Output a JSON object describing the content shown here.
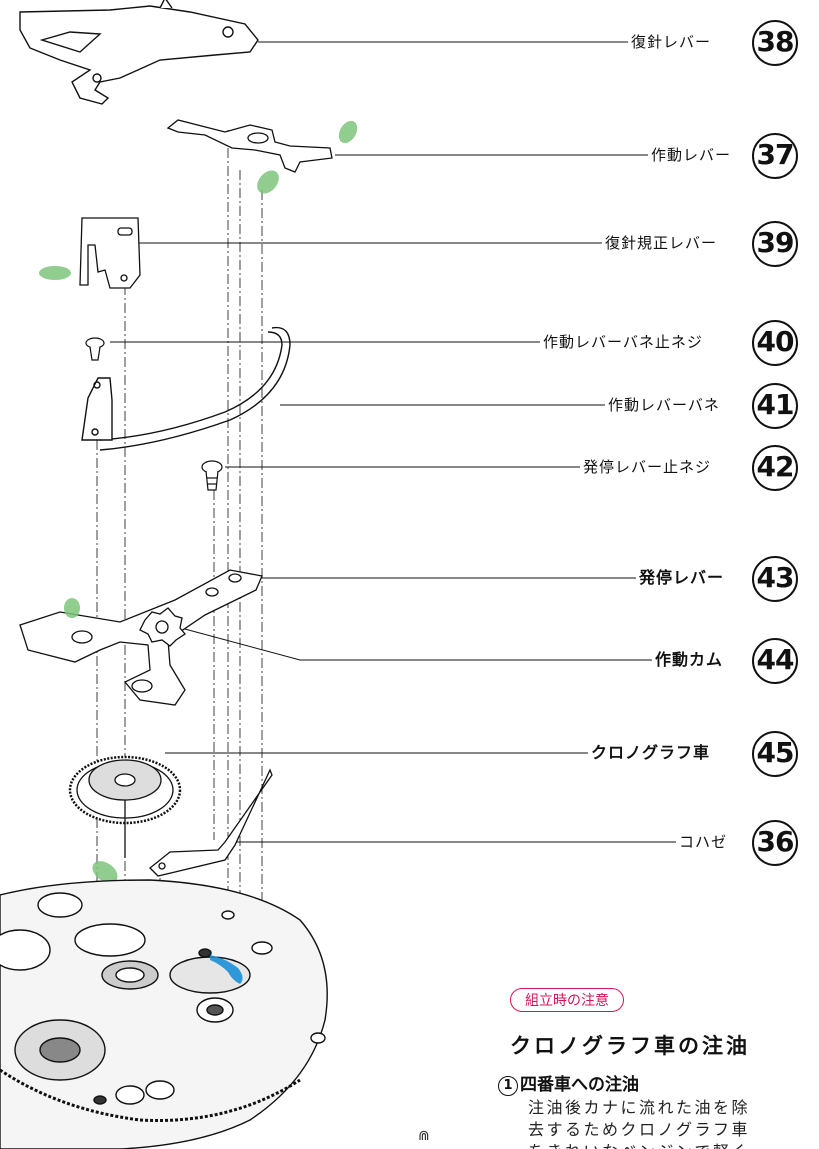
{
  "callouts": [
    {
      "num": "38",
      "label": "復針レバー"
    },
    {
      "num": "37",
      "label": "作動レバー"
    },
    {
      "num": "39",
      "label": "復針規正レバー"
    },
    {
      "num": "40",
      "label": "作動レバーバネ止ネジ"
    },
    {
      "num": "41",
      "label": "作動レバーバネ"
    },
    {
      "num": "42",
      "label": "発停レバー止ネジ"
    },
    {
      "num": "43",
      "label": "発停レバー"
    },
    {
      "num": "44",
      "label": "作動カム"
    },
    {
      "num": "45",
      "label": "クロノグラフ車"
    },
    {
      "num": "36",
      "label": "コハゼ"
    }
  ],
  "note": {
    "caution_tag": "組立時の注意",
    "title": "クロノグラフ車の注油",
    "step_number": "1",
    "step_title": "四番車への注油",
    "body_lines": [
      "注油後カナに流れた油を除",
      "去するためクロノグラフ車",
      "をきれいなベンジンで軽く"
    ]
  },
  "page_mark": "⋒",
  "colors": {
    "oil_green": "#7dc47a",
    "oil_blue": "#1a8fd6",
    "caution_pink": "#d4145a"
  }
}
